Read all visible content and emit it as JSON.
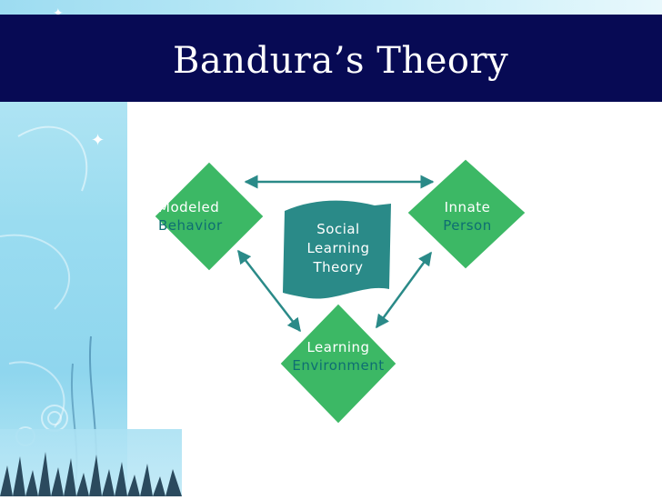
{
  "slide": {
    "title": "Bandura’s Theory"
  },
  "colors": {
    "title_bar": "#070a54",
    "diamond": "#3cb865",
    "scroll": "#2a8a88",
    "arrow": "#2a8a88",
    "label_teal": "#0e6e72"
  },
  "diagram": {
    "center": {
      "label": "Social\nLearning\nTheory"
    },
    "nodes": [
      {
        "line1": "Modeled",
        "line2": "Behavior"
      },
      {
        "line1": "Innate",
        "line2": "Person"
      },
      {
        "line1": "Learning",
        "line2": "Environment"
      }
    ]
  }
}
